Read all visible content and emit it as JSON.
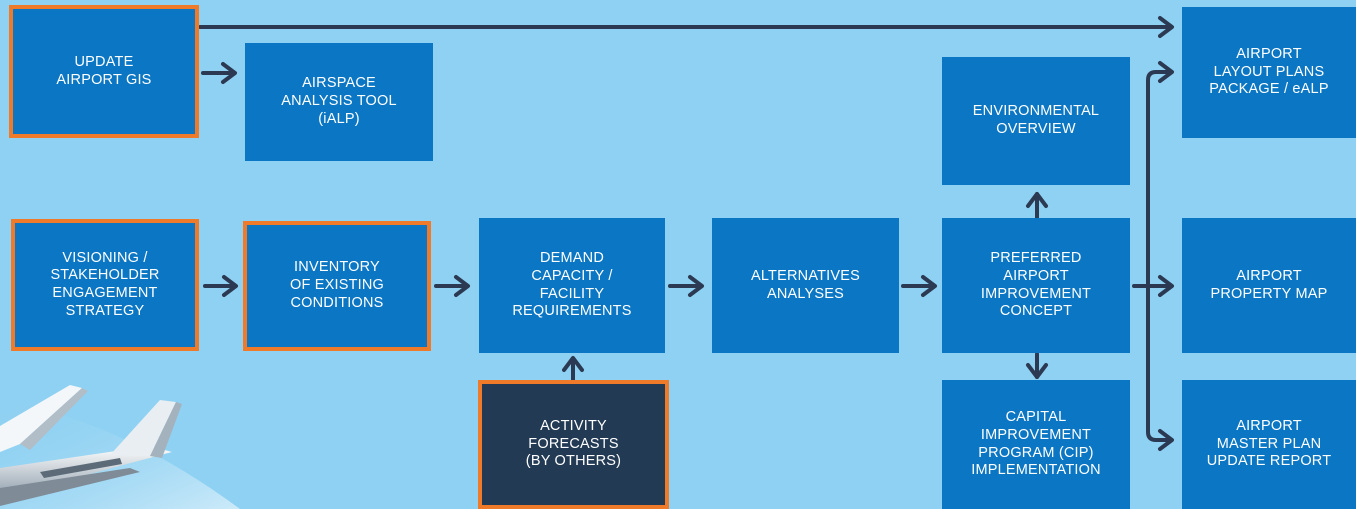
{
  "colors": {
    "background": "#8fd1f2",
    "box_fill": "#0a76c4",
    "dark_box_fill": "#233a55",
    "highlight_border": "#ee7a2a",
    "arrow": "#2b3a52",
    "text": "#ffffff"
  },
  "boxes": {
    "update_gis": "UPDATE\nAIRPORT GIS",
    "airspace_tool": "AIRSPACE\nANALYSIS TOOL\n(iALP)",
    "visioning": "VISIONING /\nSTAKEHOLDER\nENGAGEMENT\nSTRATEGY",
    "inventory": "INVENTORY\nOF EXISTING\nCONDITIONS",
    "demand": "DEMAND\nCAPACITY /\nFACILITY\nREQUIREMENTS",
    "forecasts": "ACTIVITY\nFORECASTS\n(BY OTHERS)",
    "alternatives": "ALTERNATIVES\nANALYSES",
    "environmental": "ENVIRONMENTAL\nOVERVIEW",
    "preferred": "PREFERRED\nAIRPORT\nIMPROVEMENT\nCONCEPT",
    "cip": "CAPITAL\nIMPROVEMENT\nPROGRAM (CIP)\nIMPLEMENTATION",
    "alp": "AIRPORT\nLAYOUT PLANS\nPACKAGE / eALP",
    "property_map": "AIRPORT\nPROPERTY MAP",
    "master_plan": "AIRPORT\nMASTER PLAN\nUPDATE REPORT"
  },
  "highlighted": [
    "update_gis",
    "visioning",
    "inventory",
    "forecasts"
  ],
  "illustration": "airplane-tail"
}
